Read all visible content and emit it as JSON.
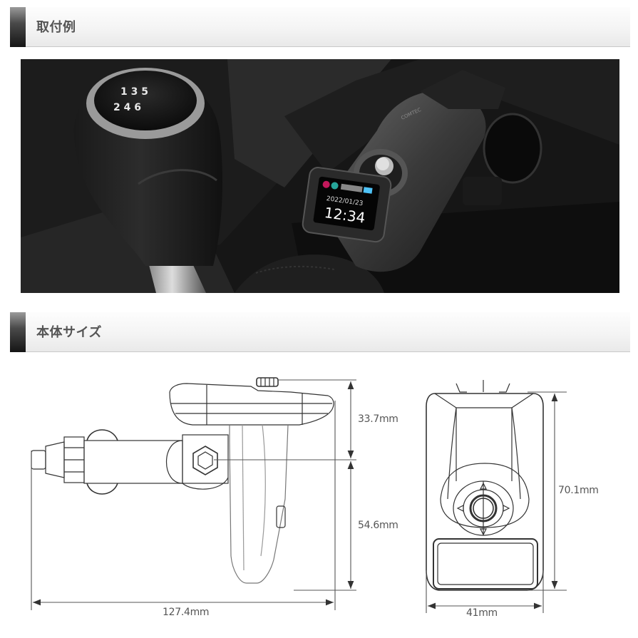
{
  "sections": [
    {
      "title": "取付例"
    },
    {
      "title": "本体サイズ"
    }
  ],
  "photo": {
    "alt": "FM transmitter installed in car cigarette socket next to manual gear shift",
    "screen": {
      "date": "2022/01/23",
      "time": "12:34"
    },
    "gear_knob_pattern": "1 3 5 / 2 4 6"
  },
  "dimensions": {
    "side_view": {
      "total_length": "127.4mm",
      "top_height": "33.7mm",
      "bottom_height": "54.6mm"
    },
    "front_view": {
      "height": "70.1mm",
      "width": "41mm"
    }
  },
  "colors": {
    "header_bar_dark": "#151515",
    "header_text": "#555555",
    "line_art": "#333333",
    "dimension_line": "#555555"
  }
}
